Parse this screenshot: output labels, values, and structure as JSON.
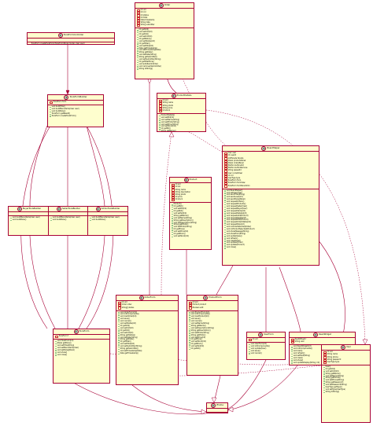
{
  "classes": [
    {
      "id": "order",
      "name": "Order",
      "fields": [
        "Int uid",
        "Int cid",
        "Int status",
        "Int total",
        "Date timestamp",
        "String date",
        "String submitter"
      ],
      "methods": [
        "Int getUid()",
        "void setUid(Int)",
        "Int getCid()",
        "void setCid(Int)",
        "Int getStatus()",
        "void setStatus(Int)",
        "Int getTotal()",
        "void setTotal(Int)",
        "Date getTimestamp()",
        "void setTimestamp(Date)",
        "String getDate()",
        "void setDate(String)",
        "String getSubmitter()",
        "void setSubmitter(String)",
        "Int getTotalPrice()",
        "void add(ItemInOrder)",
        "void remove(ItemInOrder)",
        "String toString()"
      ]
    },
    {
      "id": "toolsform-controller",
      "name": "ToolsFormController",
      "fields": [],
      "methods": [
        "ToolsForm createToolsForm(ToolsFormModel model, User user)"
      ]
    },
    {
      "id": "toolsform-builder",
      "name": "ToolsFormBuilder",
      "fields": [
        "ToolsForm form"
      ],
      "methods": [
        "void buildTitle()",
        "void buildMenuItems(User user)",
        "void buildPane()",
        "ToolsForm getResult()",
        "ToolsForm createToolsForm()"
      ]
    },
    {
      "id": "buyer-builder",
      "name": "BuyerToolsBuilder",
      "fields": [],
      "methods": [
        "void buildMenuItems(User user)",
        "void buildPane()"
      ]
    },
    {
      "id": "seller-builder",
      "name": "SellerToolsBuilder",
      "fields": [],
      "methods": [
        "void buildMenuItems(User user)",
        "void buildPane()"
      ]
    },
    {
      "id": "admin-builder",
      "name": "AdminToolsBuilder",
      "fields": [],
      "methods": [
        "void buildMenuItems(User user)",
        "void buildPane()"
      ]
    },
    {
      "id": "product-details",
      "name": "ProductDetails",
      "fields": [
        "Int pid",
        "String name",
        "String photo",
        "String price",
        "Int stock"
      ],
      "methods": [
        "ProductDetails()",
        "void setPid(Int)",
        "void setName(String)",
        "void setPhoto(String)",
        "void setPrice(String)",
        "void setStock(Int)",
        "Int getPid()",
        "String getName()",
        "String getPhoto()",
        "String getPrice()",
        "Int getStock()"
      ]
    },
    {
      "id": "product",
      "name": "Product",
      "fields": [
        "Int pid",
        "Int sid",
        "String name",
        "String description",
        "String photo",
        "Int price",
        "Int stock"
      ],
      "methods": [
        "Product()",
        "Int getPid()",
        "void setPid(Int)",
        "Int getSid()",
        "void setSid(Int)",
        "String getName()",
        "void setName(String)",
        "String getDescription()",
        "void setDescription(String)",
        "String getPhoto()",
        "void setPhoto(String)",
        "Int getPrice()",
        "void setPrice(Int)",
        "Int getStock()",
        "void setStock(Int)"
      ]
    },
    {
      "id": "boardhelper",
      "name": "BoardHelper",
      "fields": [
        "User user",
        "Int userId",
        "GUIFacade facade",
        "JPanel productsPanel",
        "JPanel ordersPanel",
        "JButton buttonAdd",
        "JButton buttonRemove",
        "String passedId",
        "User currentUser",
        "Int cid",
        "UserType type",
        "ToolsForm form",
        "ToolsForm formView",
        "ToolsForm formNonAdmin"
      ],
      "methods": [
        "void BoardHelper()",
        "void setUser(User)",
        "void sendTitle(String)",
        "void sendLevel(Int)",
        "void sendPane(JPanel)",
        "void requestOrders()",
        "void requestProducts()",
        "void requestSeller(User)",
        "void requestBuyer(User)",
        "void requestItems(Int)",
        "void requestDetails(Int)",
        "void requestAdd(Product)",
        "void requestDelete(Int)",
        "void requestEdit(Product)",
        "void requestOrderStatus(Int)",
        "void requestShip(Int)",
        "void onOrderSelected(Order)",
        "void onProductSelected(Product)",
        "void showMessage(String)",
        "void showError(String)",
        "void updateView()",
        "void refresh()",
        "void clearPanel()",
        "void update(Order)",
        "void update(Product)",
        "void close()"
      ]
    },
    {
      "id": "toolsform",
      "name": "ToolsForm",
      "fields": [
        "ToolsForm f"
      ],
      "methods": [
        "void ToolsForm(Int)",
        "JPanel getPane()",
        "void setTitle(String)",
        "void setMenuItems(User)",
        "void setPane(JPanel)",
        "void show()",
        "void close()"
      ]
    },
    {
      "id": "orderform",
      "name": "OrderForm",
      "fields": [
        "Int uid",
        "Order order",
        "String[] status"
      ],
      "methods": [
        "void OrderForm(Int)",
        "void initComponents()",
        "void loadOrder(Int)",
        "void save()",
        "void cancel()",
        "void setStatus(Int)",
        "Int getUid()",
        "void setUid(Int)",
        "Int getCid()",
        "void setCid(Int)",
        "String getStatus()",
        "void setDate(String)",
        "String getDate()",
        "Int getTotal()",
        "void setTotal(Int)",
        "void setSubmitter(String)",
        "String getSubmitter()",
        "void setTimestamp(Date)",
        "Date getTimestamp()"
      ]
    },
    {
      "id": "productform",
      "name": "ProductForm",
      "fields": [
        "Int pid",
        "Product product",
        "Boolean edit"
      ],
      "methods": [
        "void ProductForm(Int)",
        "void initComponents()",
        "void loadProduct(Int)",
        "void save()",
        "void cancel()",
        "void setName(String)",
        "String getName()",
        "void setDescription(String)",
        "String getDescription()",
        "void setPhoto(String)",
        "String getPhoto()",
        "void setPrice(Int)",
        "Int getPrice()",
        "void setStock(Int)",
        "Int getStock()",
        "void setSid(Int)",
        "Int getSid()"
      ]
    },
    {
      "id": "userform",
      "name": "UserForm",
      "fields": [
        "Int uid"
      ],
      "methods": [
        "void UserForm(Int)",
        "void initComponents()",
        "void update(User)",
        "void save()",
        "void cancel()"
      ]
    },
    {
      "id": "readwidget",
      "name": "ReadWidget",
      "fields": [
        "ReadWidget r",
        "String user"
      ],
      "methods": [
        "void ReadWidget(Int)",
        "void initComponents()",
        "void load()",
        "void refresh()",
        "void setText(String)",
        "void clear()",
        "void show()",
        "void updateDisplay(String, Int)"
      ]
    },
    {
      "id": "user",
      "name": "User",
      "fields": [
        "Int uid",
        "String name",
        "String phone",
        "String password",
        "UserType type"
      ],
      "methods": [
        "User()",
        "Int getUid()",
        "void setUid(Int)",
        "String getName()",
        "void setName(String)",
        "String getPhone()",
        "void setPhone(String)",
        "String getPassword()",
        "void setPassword(String)",
        "UserType getType()",
        "void setType(UserType)",
        "String toString()"
      ]
    },
    {
      "id": "jframe",
      "name": "JFrame",
      "fields": [],
      "methods": []
    }
  ]
}
